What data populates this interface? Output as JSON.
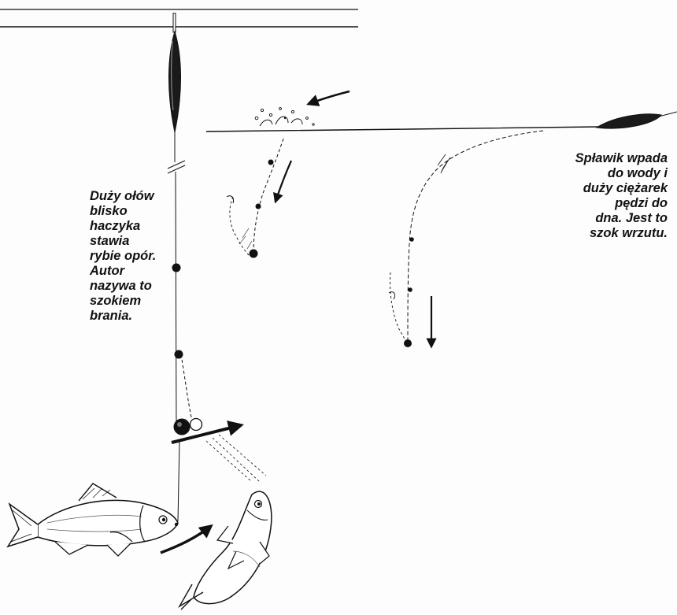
{
  "captions": {
    "left": {
      "lines": [
        "Duży ołów",
        "blisko",
        "haczyka",
        "stawia",
        "rybie opór.",
        "Autor",
        "nazywa to",
        "szokiem",
        "brania."
      ]
    },
    "right": {
      "lines": [
        "Spławik wpada",
        "do wody i",
        "duży ciężarek",
        "pędzi do",
        "dna. Jest to",
        "szok wrzutu."
      ]
    }
  },
  "colors": {
    "ink": "#111111",
    "background": "#fdfdfd"
  }
}
